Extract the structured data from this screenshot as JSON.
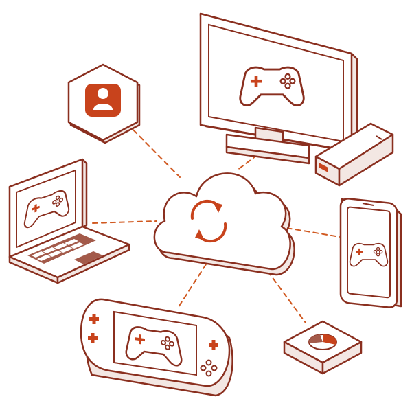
{
  "colors": {
    "outline": "#8a2f1f",
    "accent": "#c8431c",
    "connector": "#d0581f",
    "background": "#ffffff"
  },
  "nodes": [
    {
      "id": "cloud-sync",
      "icon": "sync-arrows-icon"
    },
    {
      "id": "user-profile",
      "icon": "user-icon"
    },
    {
      "id": "desktop-monitor",
      "icon": "gamepad-icon"
    },
    {
      "id": "console-box",
      "icon": "console-icon"
    },
    {
      "id": "laptop",
      "icon": "gamepad-icon"
    },
    {
      "id": "tablet",
      "icon": "gamepad-icon"
    },
    {
      "id": "handheld-console",
      "icon": "gamepad-icon"
    },
    {
      "id": "streaming-puck",
      "icon": "pie-icon"
    }
  ],
  "edges": [
    [
      "cloud-sync",
      "user-profile"
    ],
    [
      "cloud-sync",
      "desktop-monitor"
    ],
    [
      "cloud-sync",
      "laptop"
    ],
    [
      "cloud-sync",
      "tablet"
    ],
    [
      "cloud-sync",
      "handheld-console"
    ],
    [
      "cloud-sync",
      "streaming-puck"
    ]
  ]
}
